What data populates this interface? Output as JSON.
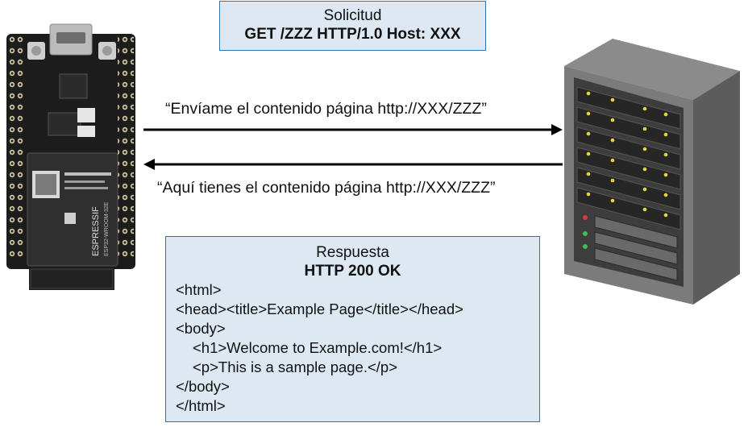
{
  "request": {
    "title": "Solicitud",
    "line": "GET /ZZZ HTTP/1.0 Host: XXX"
  },
  "arrows": {
    "request_text": "“Envíame el contenido página http://XXX/ZZZ”",
    "response_text": "“Aquí tienes el contenido página http://XXX/ZZZ”"
  },
  "response": {
    "title": "Respuesta",
    "status": "HTTP 200 OK",
    "code_lines": [
      "<html>",
      "<head><title>Example Page</title></head>",
      "<body>",
      "<h1>Welcome to Example.com!</h1>",
      "<p>This is a sample page.</p>",
      "</body>",
      "</html>"
    ]
  },
  "board": {
    "module_brand": "ESPRESSIF",
    "module_model": "ESP32-WROOM-32E"
  },
  "colors": {
    "box_fill": "#dde8f3",
    "box_border": "#2e75b6",
    "arrow": "#000000"
  }
}
